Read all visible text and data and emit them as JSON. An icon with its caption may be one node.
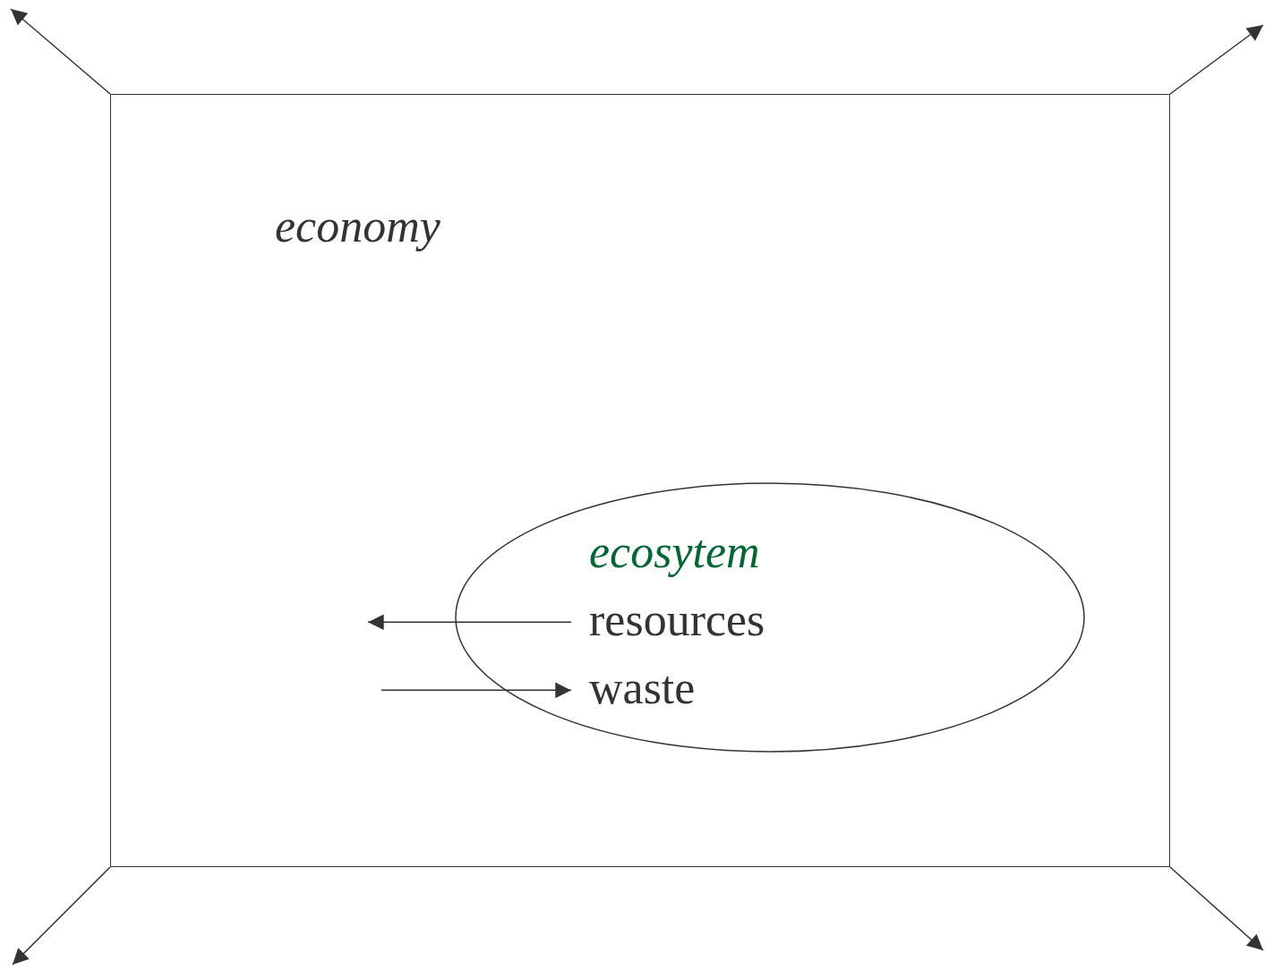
{
  "diagram": {
    "nodes": [
      {
        "text": [
          "economy"
        ]
      },
      {
        "text": [
          "ecosytem"
        ],
        "in": 0
      },
      {
        "text": [
          "resources"
        ],
        "in": 1
      },
      {
        "text": [
          "waste"
        ],
        "in": 1
      }
    ],
    "edges": [
      {
        "from": 0,
        "to": null,
        "arrow": "to"
      },
      {
        "from": 0,
        "to": null,
        "arrow": "to"
      },
      {
        "from": 0,
        "to": null,
        "arrow": "to"
      },
      {
        "from": 0,
        "to": null,
        "arrow": "to"
      },
      {
        "from": 2,
        "to": null,
        "arrow": "to"
      },
      {
        "from": null,
        "to": 3,
        "arrow": "to"
      }
    ]
  }
}
